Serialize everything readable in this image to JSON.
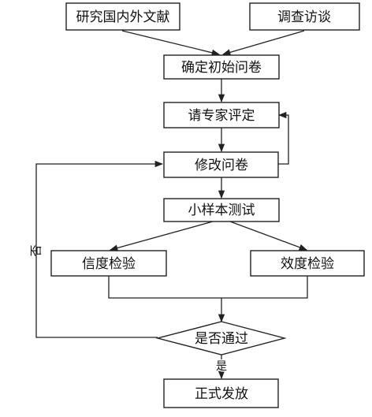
{
  "nodes": {
    "literature": "研究国内外文献",
    "interview": "调查访谈",
    "initial": "确定初始问卷",
    "expert": "请专家评定",
    "revise": "修改问卷",
    "pilot": "小样本测试",
    "reliability": "信度检验",
    "validity": "效度检验",
    "pass": "是否通过",
    "release": "正式发放"
  },
  "edge_labels": {
    "no": "否",
    "yes": "是"
  },
  "colors": {
    "stroke": "#222222",
    "text": "#111111",
    "background": "#ffffff"
  }
}
